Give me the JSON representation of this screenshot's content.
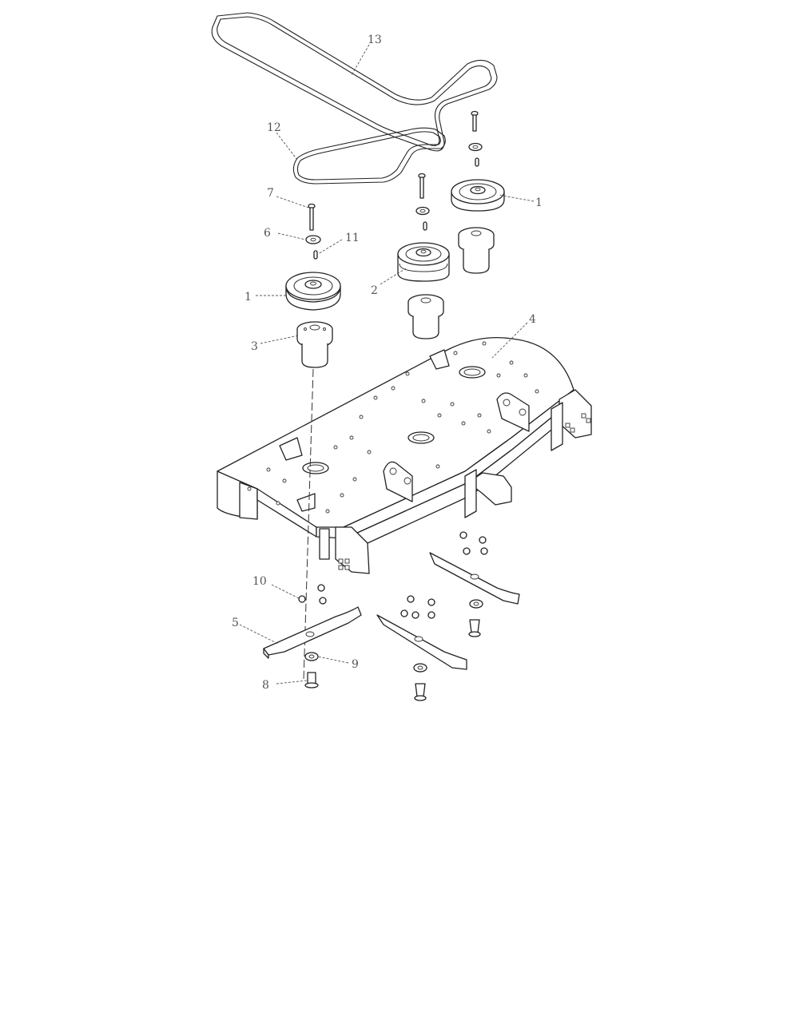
{
  "callouts": [
    {
      "id": "c13",
      "label": "13"
    },
    {
      "id": "c12",
      "label": "12"
    },
    {
      "id": "c7",
      "label": "7"
    },
    {
      "id": "c6",
      "label": "6"
    },
    {
      "id": "c11",
      "label": "11"
    },
    {
      "id": "c1a",
      "label": "1"
    },
    {
      "id": "c1b",
      "label": "1"
    },
    {
      "id": "c2",
      "label": "2"
    },
    {
      "id": "c3",
      "label": "3"
    },
    {
      "id": "c4",
      "label": "4"
    },
    {
      "id": "c10",
      "label": "10"
    },
    {
      "id": "c5",
      "label": "5"
    },
    {
      "id": "c9",
      "label": "9"
    },
    {
      "id": "c8",
      "label": "8"
    }
  ],
  "colors": {
    "line": "#222222",
    "callout": "#555555",
    "background": "#ffffff"
  }
}
